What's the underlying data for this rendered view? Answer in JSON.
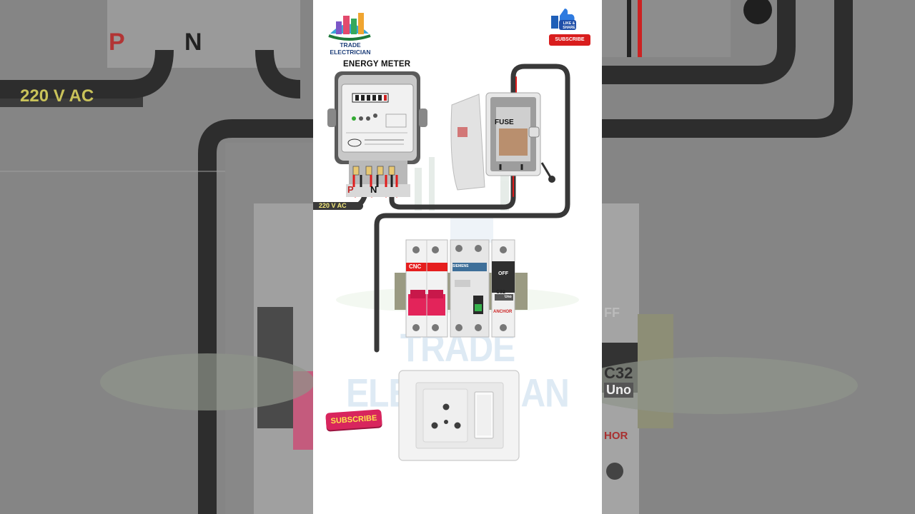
{
  "brand": {
    "name": "TRADE ELECTRICIAN"
  },
  "watermark": "TRADE ELECTRICIAN",
  "badges": {
    "like_share": "LIKE & SHARE",
    "subscribe_top": "SUBSCRIBE",
    "subscribe_bottom": "SUBSCRIBE"
  },
  "diagram": {
    "energy_meter_title": "ENERGY METER",
    "supply_label": "220 V AC",
    "terminal_phase": "P",
    "terminal_neutral": "N",
    "fuse_label": "FUSE",
    "mcb_brand": "CNC",
    "rccb_brand": "SIEMENS",
    "small_mcb_state": "OFF",
    "small_mcb_rating": "C32",
    "small_mcb_series": "Uno",
    "small_mcb_brand": "ANCHOR"
  },
  "background": {
    "supply_label": "220 V AC",
    "terminal_phase": "P",
    "terminal_neutral": "N"
  },
  "colors": {
    "wire": "#333333",
    "live": "#e01b1b",
    "supply_text": "#e8e060",
    "mcb_handle": "#e3245a"
  }
}
